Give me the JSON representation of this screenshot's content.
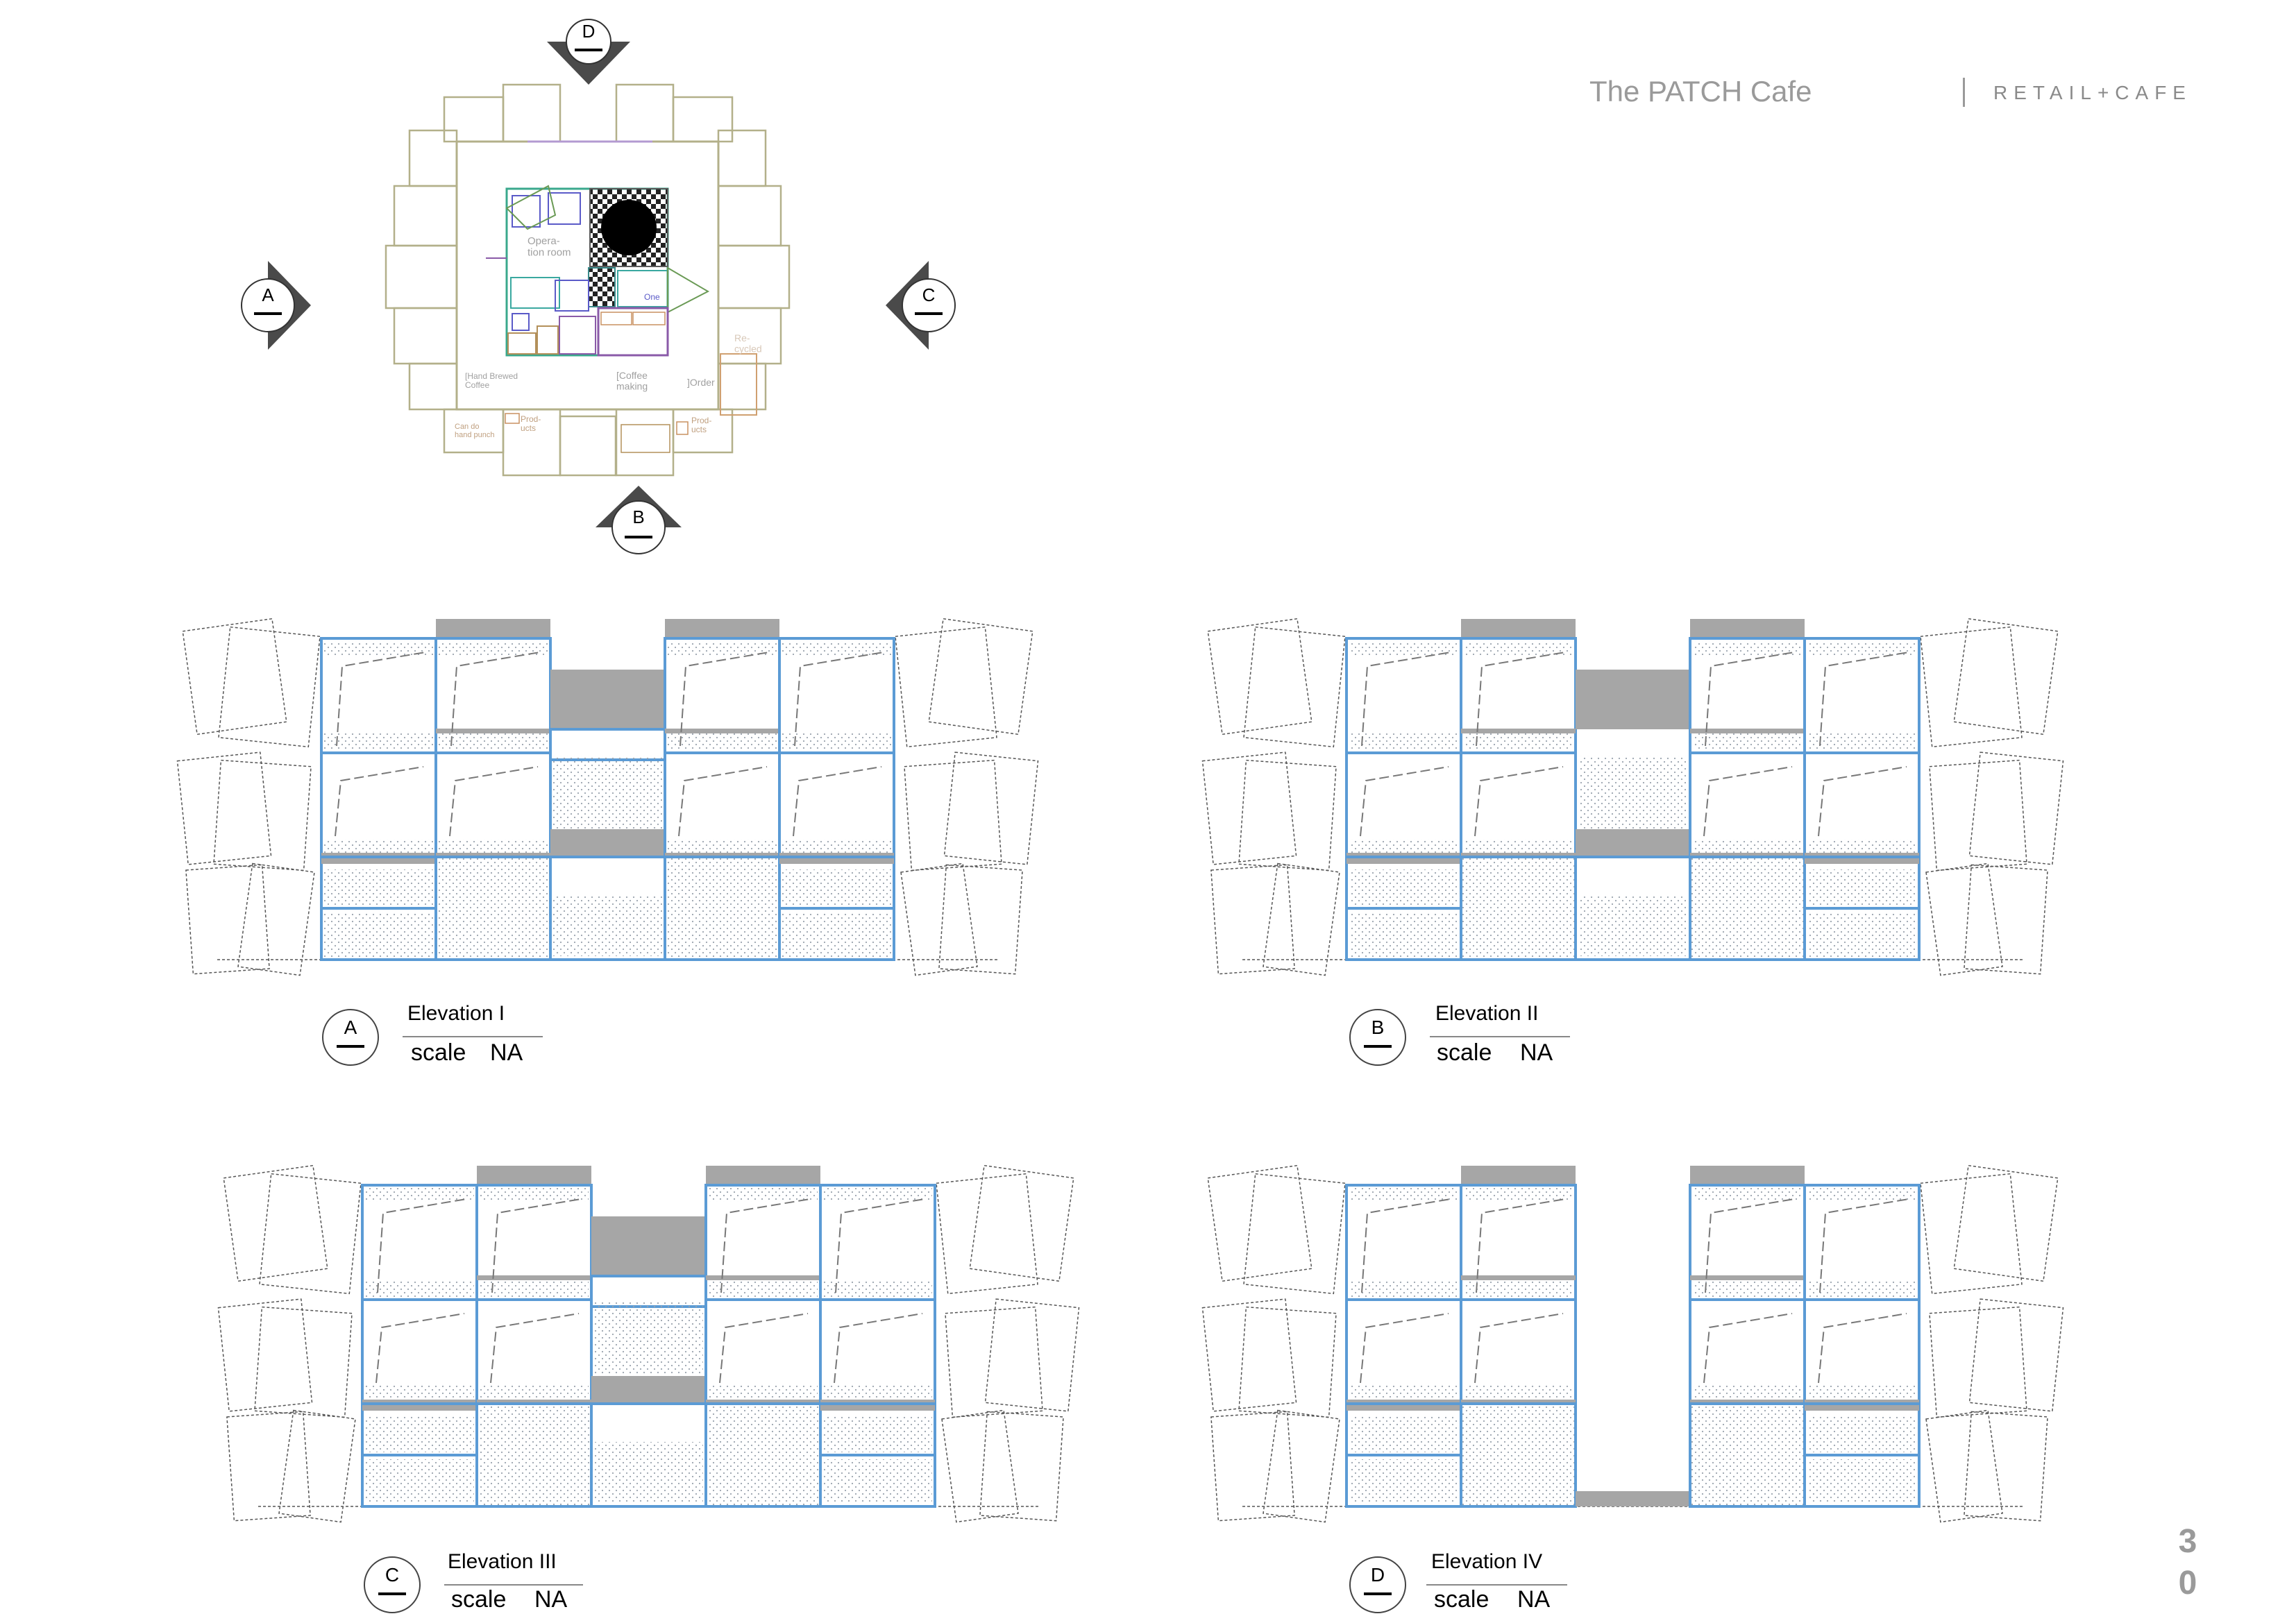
{
  "header": {
    "title": "The PATCH Cafe",
    "subtitle": "RETAIL+CAFE"
  },
  "page_number": "3\n0",
  "plan": {
    "section_markers": [
      "D",
      "A",
      "C",
      "B"
    ],
    "room_labels": {
      "operation_room": "Opera-\ntion room",
      "hand_brewed": "[Hand Brewed\nCoffee",
      "coffee_making": "[Coffee\nmaking",
      "order": "]Order",
      "products_left": "Prod-\nucts",
      "products_right": "Prod-\nucts",
      "can_do": "Can do\nhand punch",
      "recycled": "Re-\ncycled",
      "one": "One"
    }
  },
  "elevations": [
    {
      "marker": "A",
      "name": "Elevation I",
      "scale_label": "scale",
      "scale_value": "NA"
    },
    {
      "marker": "B",
      "name": "Elevation II",
      "scale_label": "scale",
      "scale_value": "NA"
    },
    {
      "marker": "C",
      "name": "Elevation III",
      "scale_label": "scale",
      "scale_value": "NA"
    },
    {
      "marker": "D",
      "name": "Elevation IV",
      "scale_label": "scale",
      "scale_value": "NA"
    }
  ],
  "colors": {
    "frame_blue": "#5b9bd5",
    "fill_grey": "#a6a6a6",
    "plan_outline": "#b3b08a",
    "text_grey": "#9a9a9a"
  }
}
